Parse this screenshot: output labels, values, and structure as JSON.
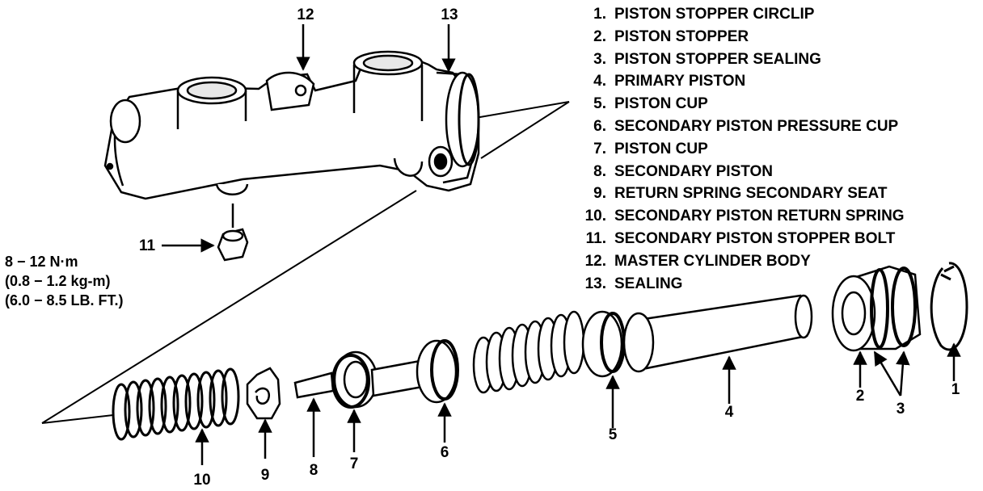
{
  "legend": {
    "items": [
      {
        "num": "1.",
        "label": "PISTON STOPPER CIRCLIP"
      },
      {
        "num": "2.",
        "label": "PISTON STOPPER"
      },
      {
        "num": "3.",
        "label": "PISTON STOPPER SEALING"
      },
      {
        "num": "4.",
        "label": "PRIMARY PISTON"
      },
      {
        "num": "5.",
        "label": "PISTON CUP"
      },
      {
        "num": "6.",
        "label": "SECONDARY PISTON PRESSURE CUP"
      },
      {
        "num": "7.",
        "label": "PISTON CUP"
      },
      {
        "num": "8.",
        "label": "SECONDARY PISTON"
      },
      {
        "num": "9.",
        "label": "RETURN SPRING SECONDARY SEAT"
      },
      {
        "num": "10.",
        "label": "SECONDARY PISTON RETURN SPRING"
      },
      {
        "num": "11.",
        "label": "SECONDARY PISTON STOPPER BOLT"
      },
      {
        "num": "12.",
        "label": "MASTER CYLINDER BODY"
      },
      {
        "num": "13.",
        "label": "SEALING"
      }
    ]
  },
  "torque": {
    "line1": "8 − 12 N·m",
    "line2": "(0.8 − 1.2 kg-m)",
    "line3": "(6.0 − 8.5 LB. FT.)"
  },
  "callouts": {
    "c1": "1",
    "c2": "2",
    "c3": "3",
    "c4": "4",
    "c5": "5",
    "c6": "6",
    "c7": "7",
    "c8": "8",
    "c9": "9",
    "c10": "10",
    "c11": "11",
    "c12": "12",
    "c13": "13"
  }
}
